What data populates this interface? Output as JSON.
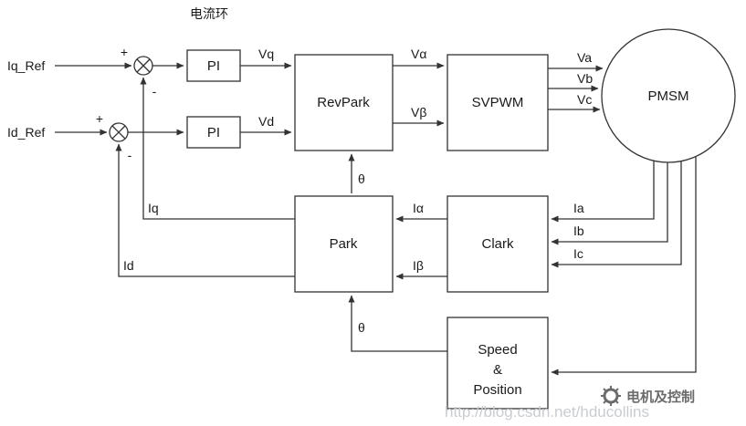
{
  "diagram": {
    "title": "电流环",
    "inputs": {
      "iq_ref": "Iq_Ref",
      "id_ref": "Id_Ref"
    },
    "junctions": {
      "j1_plus": "+",
      "j1_minus": "-",
      "j2_plus": "+",
      "j2_minus": "-"
    },
    "blocks": {
      "pi_q": "PI",
      "pi_d": "PI",
      "revpark": "RevPark",
      "svpwm": "SVPWM",
      "pmsm": "PMSM",
      "park": "Park",
      "clark": "Clark",
      "speed_line1": "Speed",
      "speed_line2": "&",
      "speed_line3": "Position"
    },
    "signals": {
      "vq": "Vq",
      "vd": "Vd",
      "v_alpha": "Vα",
      "v_beta": "Vβ",
      "va": "Va",
      "vb": "Vb",
      "vc": "Vc",
      "i_alpha": "Iα",
      "i_beta": "Iβ",
      "ia": "Ia",
      "ib": "Ib",
      "ic": "Ic",
      "iq": "Iq",
      "id": "Id",
      "theta_revpark": "θ",
      "theta_park": "θ"
    },
    "watermark": {
      "brand": "电机及控制",
      "url": "http://blog.csdn.net/hducollins"
    },
    "colors": {
      "line": "#333333",
      "block_fill": "#ffffff",
      "watermark_brand": "#6b6b6b",
      "watermark_url": "#c9ccd1"
    }
  }
}
